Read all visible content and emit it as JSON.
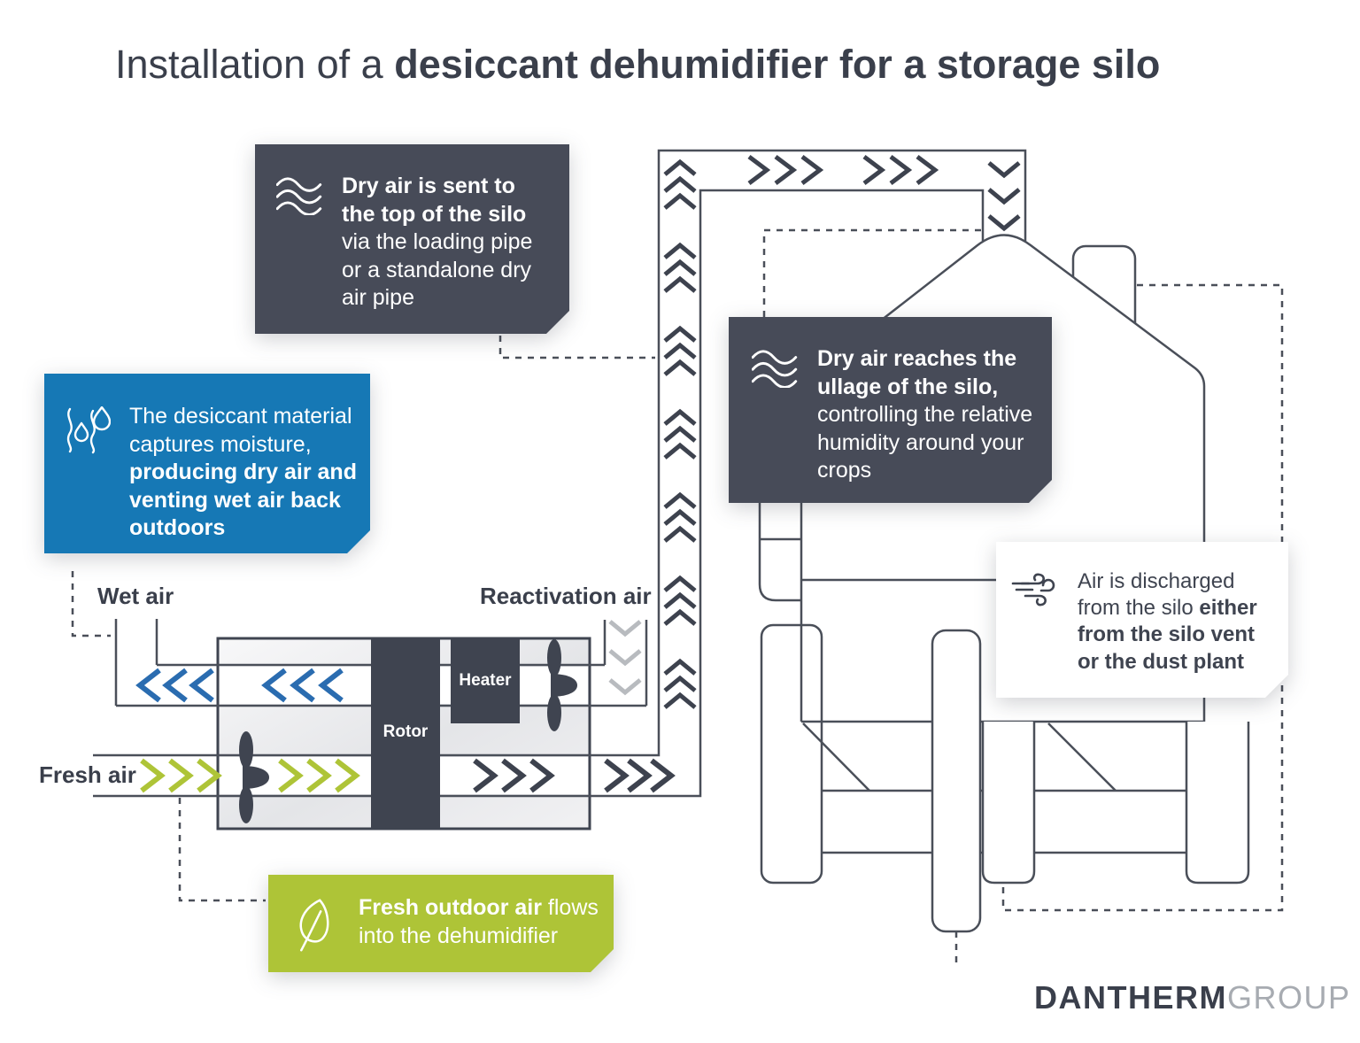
{
  "title": {
    "light": "Installation of a ",
    "bold": "desiccant dehumidifier for a storage silo"
  },
  "callouts": {
    "dry_air_sent": {
      "bold": "Dry air is sent to the top of the silo ",
      "regular": "via the loading pipe or a standalone dry air pipe",
      "icon": "waves-icon"
    },
    "desiccant": {
      "regular": "The desiccant material captures moisture, ",
      "bold": "producing dry air and venting wet air back outdoors",
      "icon": "moisture-icon"
    },
    "ullage": {
      "bold": "Dry air reaches the ullage of the silo, ",
      "regular": "controlling the relative humidity around your crops",
      "icon": "waves-icon"
    },
    "discharge": {
      "regular": "Air is discharged from the silo ",
      "bold": "either from the silo vent or the dust plant",
      "icon": "wind-icon"
    },
    "fresh_air_box": {
      "bold": "Fresh outdoor air",
      "regular": " flows into the dehumidifier",
      "icon": "leaf-icon"
    }
  },
  "labels": {
    "wet_air": "Wet air",
    "reactivation_air": "Reactivation air",
    "fresh_air": "Fresh air",
    "rotor": "Rotor",
    "heater": "Heater"
  },
  "logo": {
    "primary": "DANTHERM",
    "secondary": "GROUP"
  },
  "colors": {
    "dark_box": "#474b58",
    "blue_box": "#1678b5",
    "green_box": "#aec437",
    "unit_dark": "#3f4450",
    "line": "#4a4f59",
    "text": "#3a3f4b",
    "logo_gray": "#a7abb1",
    "chev_blue": "#2a6cb0",
    "chev_green": "#aec437",
    "chev_dark": "#3d424e",
    "chev_gray": "#b8bbbf"
  }
}
